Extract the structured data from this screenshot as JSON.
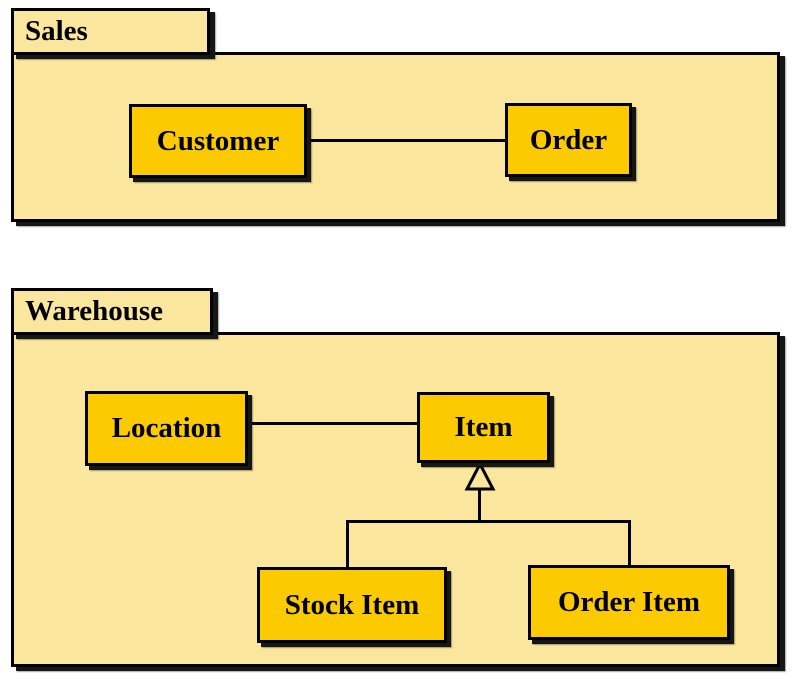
{
  "diagram": {
    "kind": "uml-package-diagram",
    "packages": [
      {
        "name": "Sales",
        "classes": [
          {
            "label": "Customer"
          },
          {
            "label": "Order"
          }
        ],
        "relations": [
          {
            "type": "association",
            "from": "Customer",
            "to": "Order"
          }
        ]
      },
      {
        "name": "Warehouse",
        "classes": [
          {
            "label": "Location"
          },
          {
            "label": "Item"
          },
          {
            "label": "Stock Item"
          },
          {
            "label": "Order Item"
          }
        ],
        "relations": [
          {
            "type": "association",
            "from": "Location",
            "to": "Item"
          },
          {
            "type": "generalization",
            "parent": "Item",
            "children": [
              "Stock Item",
              "Order Item"
            ]
          }
        ]
      }
    ],
    "colors": {
      "package_fill": "#FAE79D",
      "class_fill": "#FCCA01",
      "outline": "#000000",
      "shadow": "#161616",
      "canvas": "#FFFFFF"
    }
  }
}
